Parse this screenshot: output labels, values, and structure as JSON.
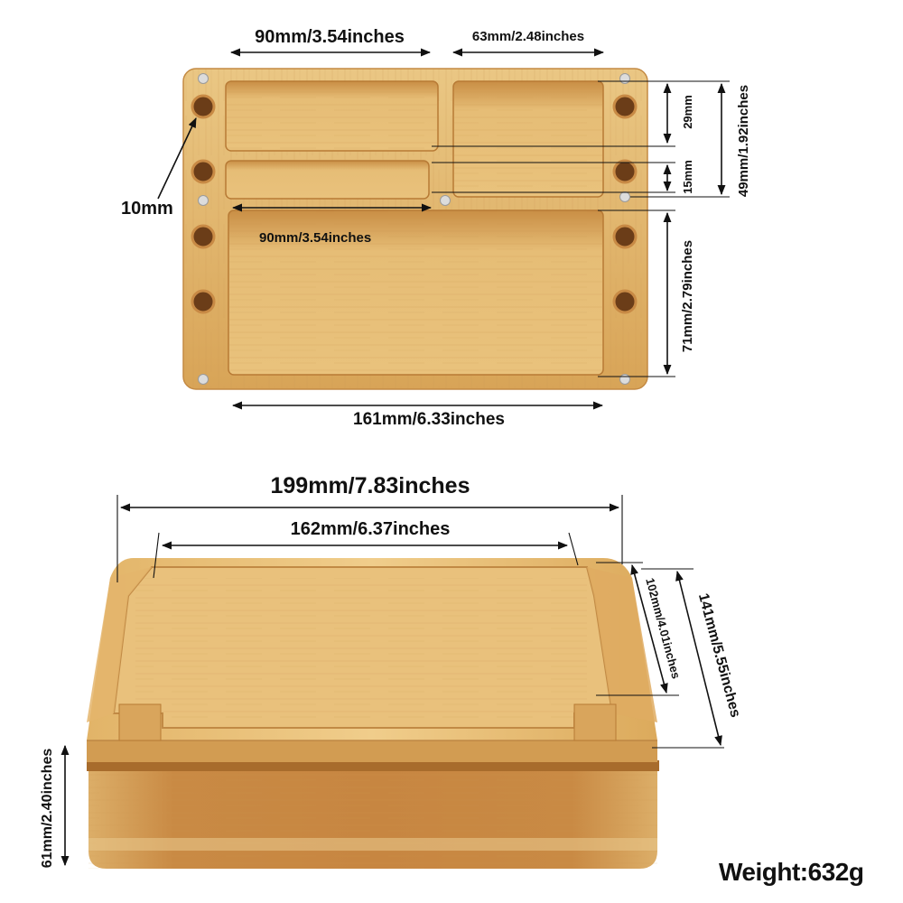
{
  "top_view": {
    "labels": {
      "top_left_compartment_width": "90mm/3.54inches",
      "top_right_compartment_width": "63mm/2.48inches",
      "hole_diameter": "10mm",
      "middle_slot_width": "90mm/3.54inches",
      "bottom_width": "161mm/6.33inches",
      "right_compartment_height_upper": "29mm",
      "slot_height": "15mm",
      "right_compartment_total_height": "49mm/1.92inches",
      "large_compartment_height": "71mm/2.79inches"
    }
  },
  "box_view": {
    "labels": {
      "outer_width": "199mm/7.83inches",
      "tray_inner_width": "162mm/6.37inches",
      "tray_inner_depth": "102mm/4.01inches",
      "outer_depth": "141mm/5.55inches",
      "box_height": "61mm/2.40inches"
    }
  },
  "weight": "Weight:632g",
  "colors": {
    "bamboo_light": "#e9c27c",
    "bamboo_mid": "#d9a65a",
    "bamboo_dark": "#b97a34",
    "magnet": "#d8d8d8",
    "line": "#111111"
  }
}
